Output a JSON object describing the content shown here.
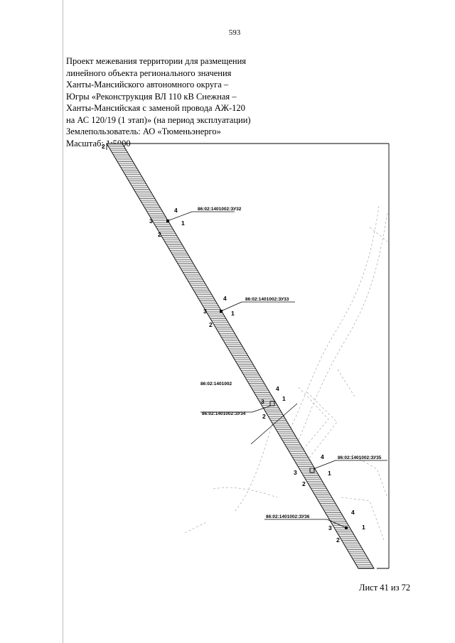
{
  "page_number": "593",
  "header_lines": [
    "Проект межевания территории для размещения",
    "линейного объекта регионального значения",
    "Ханты-Мансийского автономного округа –",
    "Югры «Реконструкция ВЛ 110 кВ Снежная –",
    "Ханты-Мансийская с заменой провода АЖ-120",
    "на АС 120/19 (1 этап)» (на период эксплуатации)",
    "Землепользователь: АО «Тюменьэнерго»",
    "Масштаб: 1:5000"
  ],
  "map": {
    "corridor_start_vertex": "2",
    "quarter_label": "86:02:1401002",
    "parcels": [
      {
        "label": "86:02:1401002:ЗУ32",
        "vertices": [
          "1",
          "2",
          "3",
          "4"
        ]
      },
      {
        "label": "86:02:1401002:ЗУ33",
        "vertices": [
          "1",
          "2",
          "3",
          "4"
        ]
      },
      {
        "label": "86:02:1401002:ЗУ34",
        "vertices": [
          "1",
          "2",
          "3",
          "4"
        ]
      },
      {
        "label": "86:02:1401002:ЗУ35",
        "vertices": [
          "1",
          "2",
          "3",
          "4"
        ]
      },
      {
        "label": "86:02:1401002:ЗУ36",
        "vertices": [
          "1",
          "2",
          "3",
          "4"
        ]
      }
    ]
  },
  "footer": {
    "sheet_label": "Лист 41 из 72"
  }
}
